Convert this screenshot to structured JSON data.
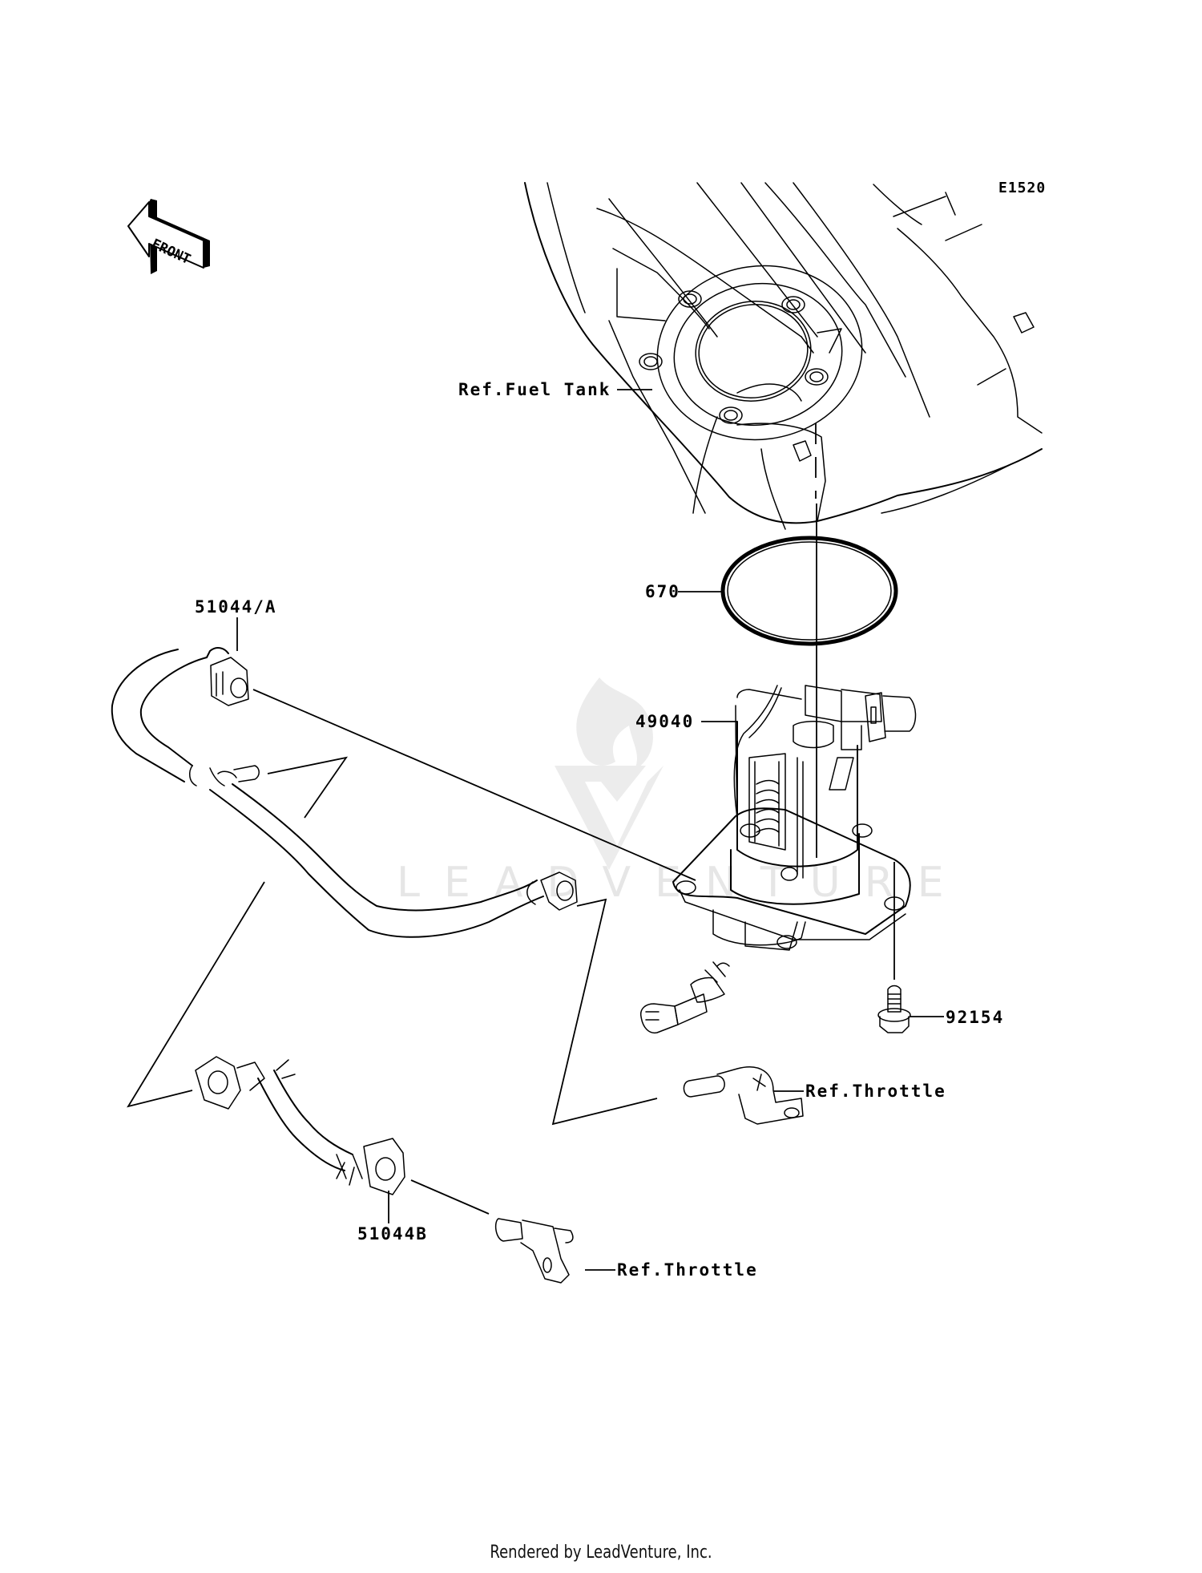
{
  "diagram": {
    "code": "E1520",
    "orientation_marker": {
      "label": "FRONT",
      "icon": "front-arrow-icon"
    },
    "watermark": "LEADVENTURE",
    "parts": [
      {
        "id": "ref-fuel-tank",
        "label": "Ref.Fuel Tank"
      },
      {
        "id": "part-670",
        "label": "670"
      },
      {
        "id": "part-49040",
        "label": "49040"
      },
      {
        "id": "part-92154",
        "label": "92154"
      },
      {
        "id": "part-51044a",
        "label": "51044/A"
      },
      {
        "id": "part-51044b",
        "label": "51044B"
      },
      {
        "id": "ref-throttle-1",
        "label": "Ref.Throttle"
      },
      {
        "id": "ref-throttle-2",
        "label": "Ref.Throttle"
      }
    ]
  },
  "footer": {
    "text": "Rendered by LeadVenture, Inc."
  }
}
